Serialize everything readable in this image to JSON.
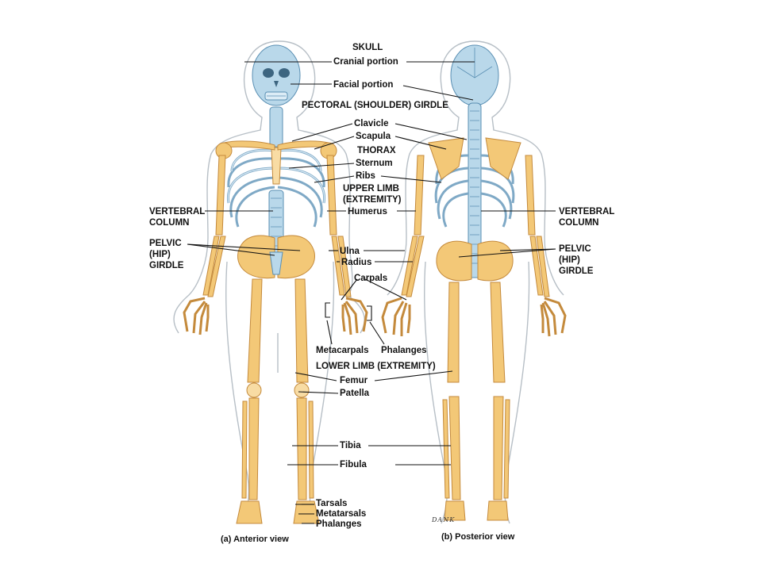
{
  "colors": {
    "bone": "#f3c877",
    "bone_light": "#f8dca4",
    "bone_edge": "#c48a3c",
    "axial": "#b9d8ea",
    "axial_edge": "#5a8fb3",
    "body_outline": "#b7bfc6",
    "leader": "#111111"
  },
  "labels": {
    "skull": "SKULL",
    "cranial": "Cranial portion",
    "facial": "Facial portion",
    "pectoral": "PECTORAL (SHOULDER) GIRDLE",
    "clavicle": "Clavicle",
    "scapula": "Scapula",
    "thorax": "THORAX",
    "sternum": "Sternum",
    "ribs": "Ribs",
    "upper_limb_1": "UPPER LIMB",
    "upper_limb_2": "(EXTREMITY)",
    "humerus": "Humerus",
    "ulna": "Ulna",
    "radius": "Radius",
    "carpals": "Carpals",
    "metacarpals": "Metacarpals",
    "phalanges_hand": "Phalanges",
    "lower_limb": "LOWER LIMB (EXTREMITY)",
    "femur": "Femur",
    "patella": "Patella",
    "tibia": "Tibia",
    "fibula": "Fibula",
    "tarsals": "Tarsals",
    "metatarsals": "Metatarsals",
    "phalanges_foot": "Phalanges",
    "vertebral_left_1": "VERTEBRAL",
    "vertebral_left_2": "COLUMN",
    "pelvic_left_1": "PELVIC",
    "pelvic_left_2": "(HIP)",
    "pelvic_left_3": "GIRDLE",
    "vertebral_right_1": "VERTEBRAL",
    "vertebral_right_2": "COLUMN",
    "pelvic_right_1": "PELVIC",
    "pelvic_right_2": "(HIP)",
    "pelvic_right_3": "GIRDLE"
  },
  "captions": {
    "anterior": "(a) Anterior view",
    "posterior": "(b) Posterior view"
  },
  "signature": "DANK"
}
